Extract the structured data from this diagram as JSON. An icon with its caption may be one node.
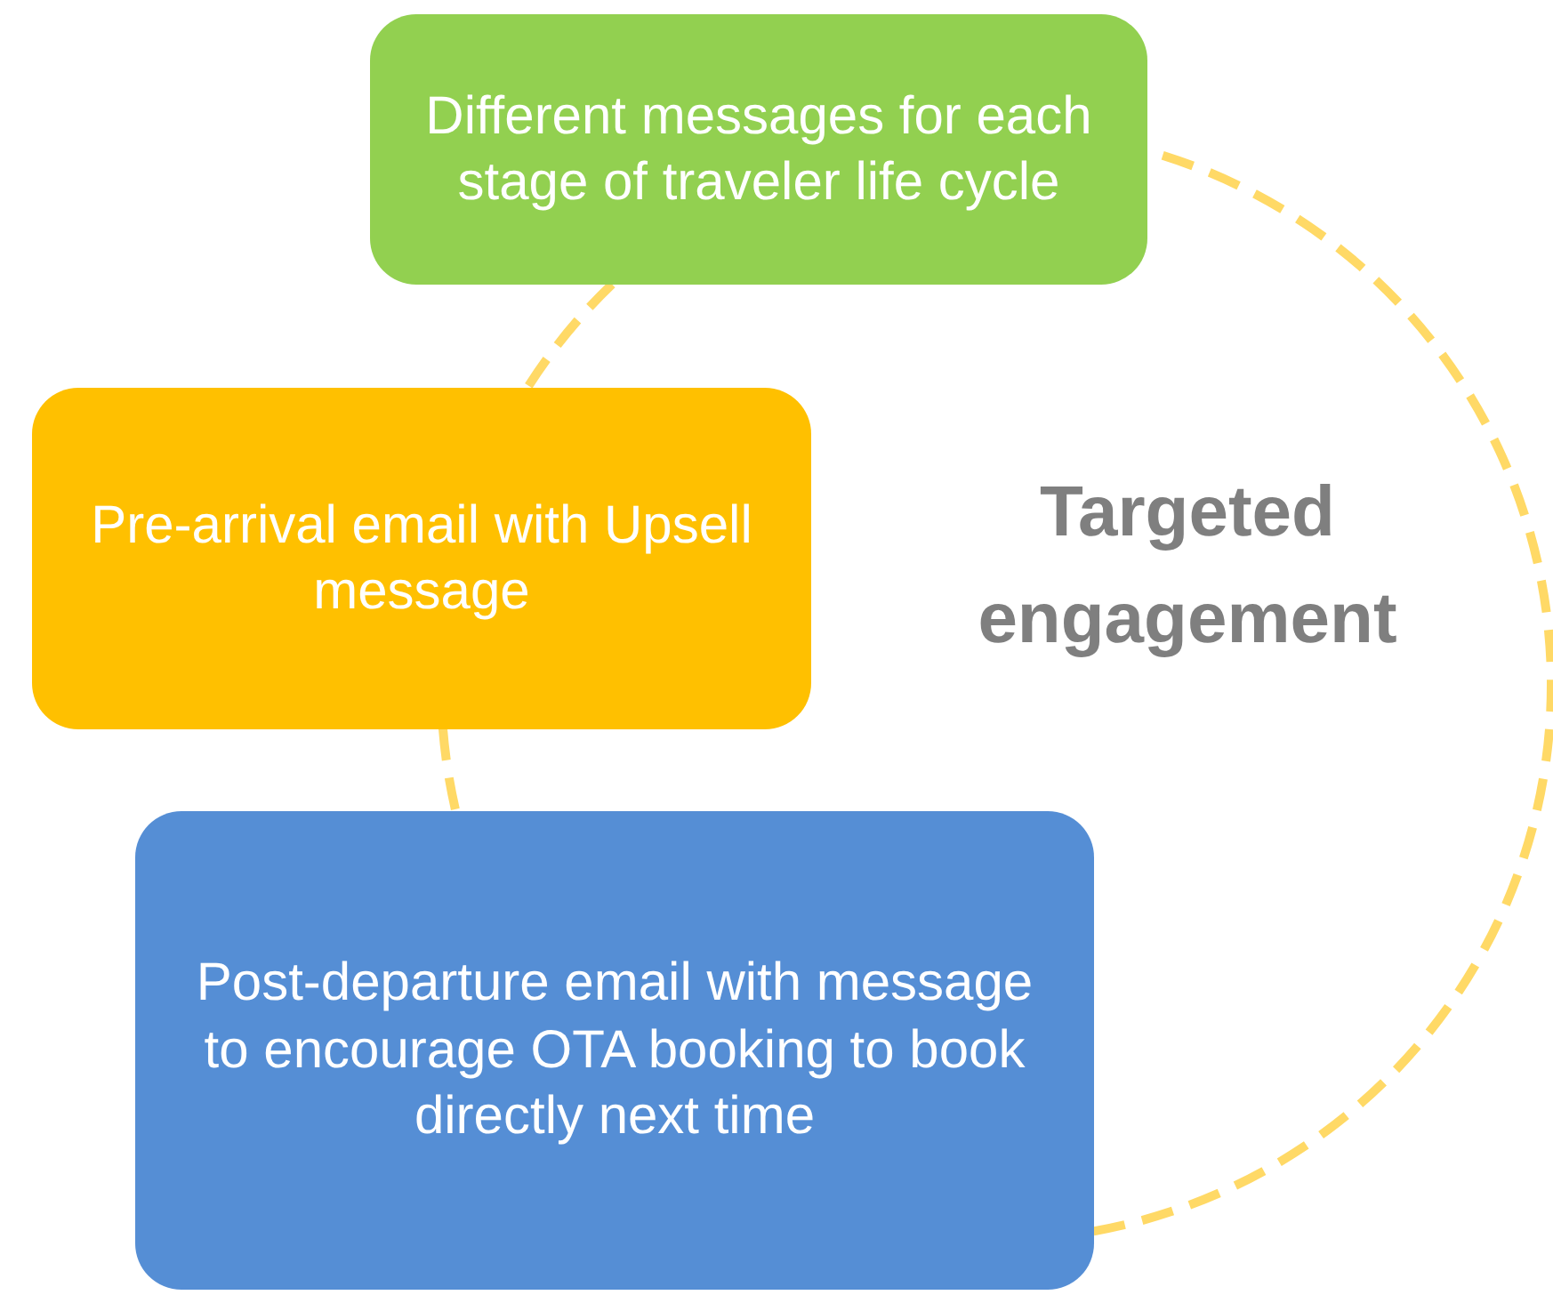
{
  "diagram": {
    "nodes": [
      {
        "text": [
          "Different messages for each stage of traveler life cycle"
        ]
      },
      {
        "text": [
          "Pre-arrival email with Upsell message"
        ]
      },
      {
        "text": [
          "Post-departure email with message to encourage OTA booking to book directly next time"
        ]
      }
    ],
    "edges": [
      {
        "from": 0,
        "to": 1,
        "arrow": "none",
        "style": "dashed"
      },
      {
        "from": 1,
        "to": 2,
        "arrow": "none",
        "style": "dashed"
      },
      {
        "from": 2,
        "to": 0,
        "arrow": "none",
        "style": "dashed"
      }
    ],
    "labels": [
      "Targeted engagement"
    ]
  }
}
